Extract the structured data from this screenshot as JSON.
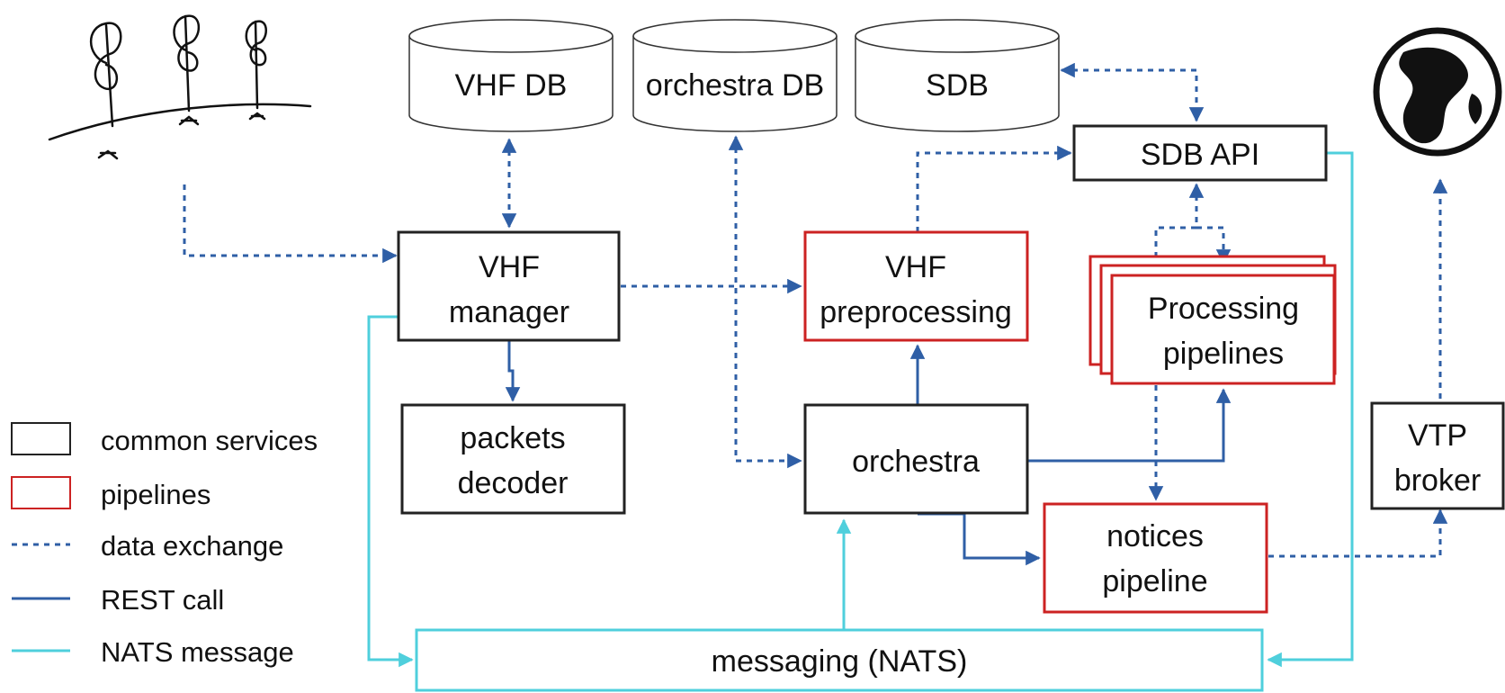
{
  "nodes": {
    "vhf_db": "VHF DB",
    "orchestra_db": "orchestra DB",
    "sdb": "SDB",
    "sdb_api": "SDB API",
    "vhf_manager": [
      "VHF",
      "manager"
    ],
    "vhf_preprocessing": [
      "VHF",
      "preprocessing"
    ],
    "processing_pipelines": [
      "Processing",
      "pipelines"
    ],
    "packets_decoder": [
      "packets",
      "decoder"
    ],
    "orchestra": "orchestra",
    "notices_pipeline": [
      "notices",
      "pipeline"
    ],
    "vtp_broker": [
      "VTP",
      "broker"
    ],
    "messaging": "messaging (NATS)"
  },
  "legend": {
    "common_services": "common services",
    "pipelines": "pipelines",
    "data_exchange": "data exchange",
    "rest_call": "REST call",
    "nats_message": "NATS message"
  },
  "colors": {
    "common_border": "#222222",
    "pipeline_border": "#cc2222",
    "data_exchange": "#2f5fa6",
    "rest_call": "#2f5fa6",
    "nats_message": "#4fcfdc"
  },
  "icons": {
    "antennas": "antennas-sketch-icon",
    "world": "globe-icon"
  }
}
